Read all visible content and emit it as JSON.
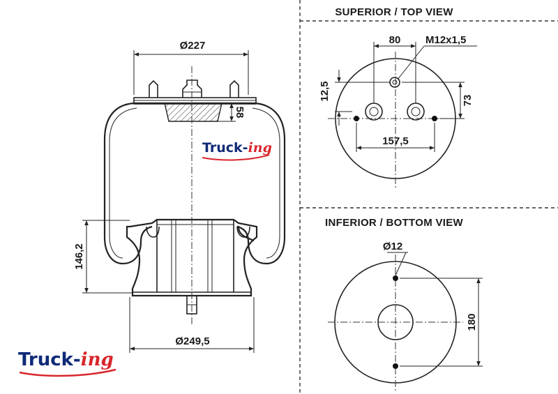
{
  "views": {
    "top_title": "SUPERIOR / TOP VIEW",
    "bottom_title": "INFERIOR / BOTTOM VIEW"
  },
  "side_view": {
    "top_diameter": "Ø227",
    "top_height": "58",
    "piston_height": "146,2",
    "base_diameter": "Ø249,5"
  },
  "top_view": {
    "stud_spacing": "80",
    "thread": "M12x1,5",
    "offset": "12,5",
    "distance": "73",
    "bolt_span": "157,5"
  },
  "bottom_view": {
    "hole_diameter": "Ø12",
    "hole_spacing": "180"
  },
  "logo": {
    "brand_main": "Truck-",
    "brand_accent": "ing",
    "brand_color": "#0f2a78",
    "accent_color": "#d8262c"
  }
}
